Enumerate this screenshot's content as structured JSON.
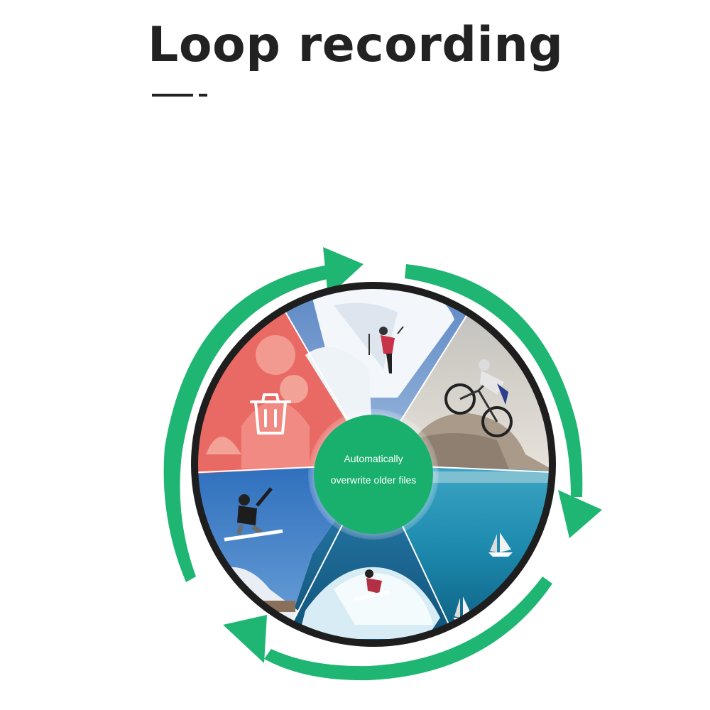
{
  "heading": {
    "title": "Loop recording"
  },
  "wheel": {
    "center_line_1": "Automatically",
    "center_line_2": "overwrite older files",
    "segments": [
      {
        "scene": "family",
        "icon": "trash-icon"
      },
      {
        "scene": "skiing"
      },
      {
        "scene": "mountain-biking"
      },
      {
        "scene": "sailing"
      },
      {
        "scene": "surfing"
      },
      {
        "scene": "snowboarding"
      }
    ]
  },
  "colors": {
    "arrow_green": "#1fb673",
    "center_green": "#19b06e",
    "delete_red": "#ef5a55",
    "title": "#222222"
  }
}
